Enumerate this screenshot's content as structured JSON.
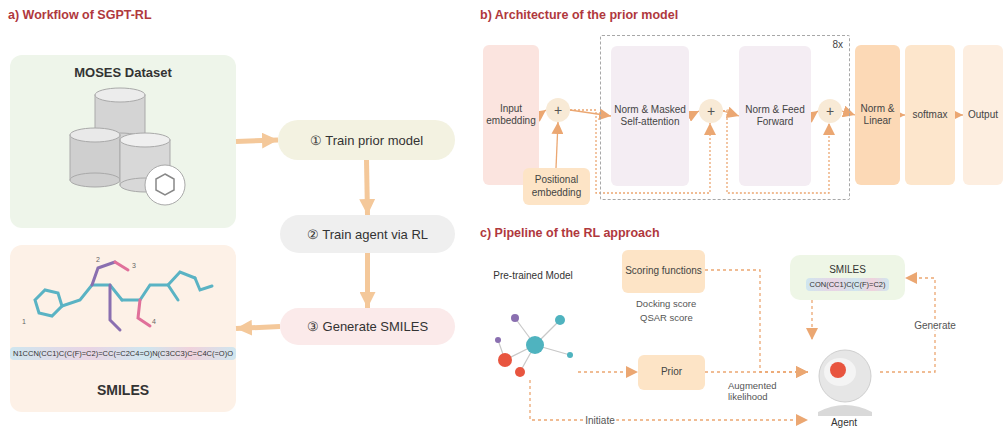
{
  "diagram": {
    "nodes": [
      {
        "text": [
          "MOSES Dataset"
        ]
      },
      {
        "text": [
          "① Train prior model"
        ]
      },
      {
        "text": [
          "② Train agent via RL"
        ]
      },
      {
        "text": [
          "③ Generate SMILES"
        ]
      },
      {
        "text": [
          "N1CCN(CC1)C(C(F)=C2)=CC(=C2C4=O)N(C3CC3)C=C4C(=O)O",
          "SMILES"
        ]
      },
      {
        "text": [
          "Input embedding"
        ]
      },
      {
        "text": [
          "+"
        ]
      },
      {
        "text": [
          "Positional embedding"
        ]
      },
      {
        "text": [
          "8x"
        ]
      },
      {
        "text": [
          "Norm & Masked Self-attention"
        ],
        "in": 8
      },
      {
        "text": [
          "+"
        ],
        "in": 8
      },
      {
        "text": [
          "Norm & Feed Forward"
        ],
        "in": 8
      },
      {
        "text": [
          "+"
        ],
        "in": 8
      },
      {
        "text": [
          "Norm & Linear"
        ]
      },
      {
        "text": [
          "softmax"
        ]
      },
      {
        "text": [
          "Output"
        ]
      },
      {
        "text": [
          "Pre-trained Model"
        ]
      },
      {
        "text": [
          "Scoring functions"
        ]
      },
      {
        "text": [
          "Prior"
        ]
      },
      {
        "text": [
          "SMILES",
          "CON(CC1)C(C(F)=C2)"
        ]
      },
      {
        "text": [
          "Agent"
        ]
      }
    ],
    "edges": [
      {
        "from": 0,
        "to": 1,
        "arrow": "to"
      },
      {
        "from": 1,
        "to": 2,
        "arrow": "to"
      },
      {
        "from": 2,
        "to": 3,
        "arrow": "to"
      },
      {
        "from": 3,
        "to": 4,
        "arrow": "to"
      },
      {
        "from": 5,
        "to": 6,
        "arrow": "to"
      },
      {
        "from": 7,
        "to": 6,
        "arrow": "to"
      },
      {
        "from": 6,
        "to": 9,
        "arrow": "to"
      },
      {
        "from": 9,
        "to": 10,
        "arrow": "to"
      },
      {
        "from": 10,
        "to": 11,
        "arrow": "to"
      },
      {
        "from": 11,
        "to": 12,
        "arrow": "to"
      },
      {
        "from": 12,
        "to": 13,
        "arrow": "to"
      },
      {
        "from": 13,
        "to": 14,
        "arrow": "to"
      },
      {
        "from": 14,
        "to": 15,
        "arrow": "to"
      },
      {
        "from": 6,
        "to": 10,
        "arrow": "to"
      },
      {
        "from": 10,
        "to": 12,
        "arrow": "to"
      },
      {
        "from": 16,
        "to": 18,
        "arrow": "to"
      },
      {
        "from": 16,
        "to": 20,
        "label": "Initiate",
        "arrow": "to"
      },
      {
        "from": 17,
        "to": 20,
        "arrow": "to"
      },
      {
        "from": 18,
        "to": 20,
        "arrow": "to"
      },
      {
        "from": 20,
        "to": 19,
        "label": "Generate",
        "arrow": "to"
      },
      {
        "from": 19,
        "to": 20,
        "arrow": "to"
      }
    ],
    "labels": [
      "a) Workflow of SGPT-RL",
      "b) Architecture of the prior model",
      "c) Pipeline of the RL approach",
      "Docking score",
      "QSAR score",
      "Augmented likelihood",
      "1",
      "2",
      "3",
      "4"
    ]
  }
}
